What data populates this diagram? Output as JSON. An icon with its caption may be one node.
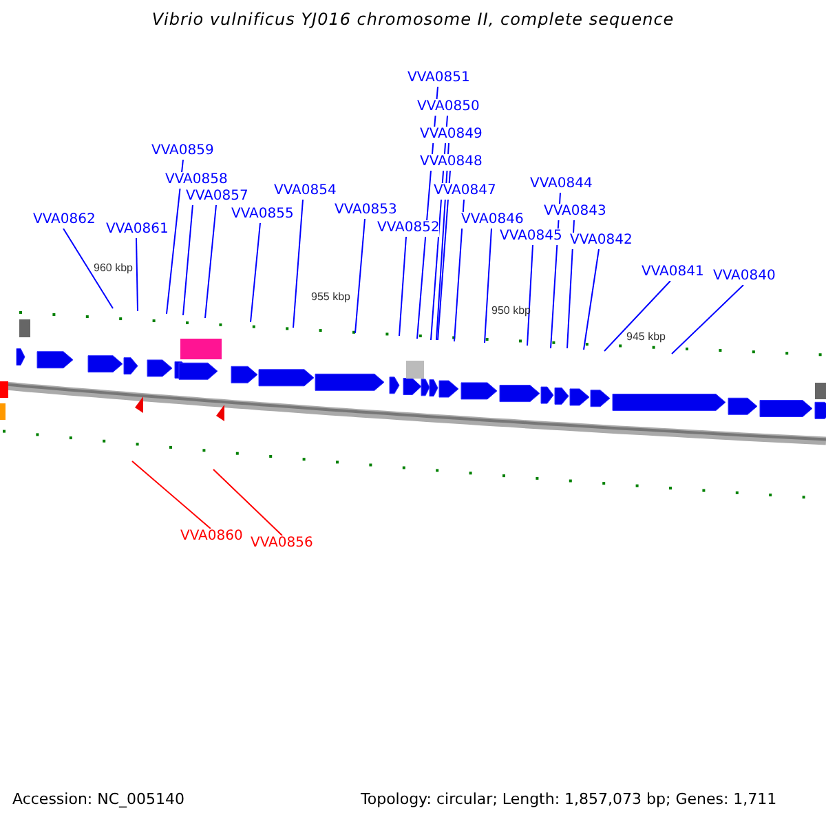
{
  "diagram": {
    "title": "Vibrio vulnificus YJ016 chromosome II, complete sequence",
    "nodes": [
      {
        "text": [
          "VVA0862"
        ]
      },
      {
        "text": [
          "VVA0861"
        ]
      },
      {
        "text": [
          "VVA0859"
        ]
      },
      {
        "text": [
          "VVA0858"
        ]
      },
      {
        "text": [
          "VVA0857"
        ]
      },
      {
        "text": [
          "VVA0855"
        ]
      },
      {
        "text": [
          "VVA0854"
        ]
      },
      {
        "text": [
          "VVA0853"
        ]
      },
      {
        "text": [
          "VVA0852"
        ]
      },
      {
        "text": [
          "VVA0851"
        ]
      },
      {
        "text": [
          "VVA0850"
        ]
      },
      {
        "text": [
          "VVA0849"
        ]
      },
      {
        "text": [
          "VVA0848"
        ]
      },
      {
        "text": [
          "VVA0847"
        ]
      },
      {
        "text": [
          "VVA0846"
        ]
      },
      {
        "text": [
          "VVA0845"
        ]
      },
      {
        "text": [
          "VVA0844"
        ]
      },
      {
        "text": [
          "VVA0843"
        ]
      },
      {
        "text": [
          "VVA0842"
        ]
      },
      {
        "text": [
          "VVA0841"
        ]
      },
      {
        "text": [
          "VVA0840"
        ]
      },
      {
        "text": [
          "VVA0860"
        ]
      },
      {
        "text": [
          "VVA0856"
        ]
      }
    ],
    "edges": [
      {
        "from": 0,
        "to": null,
        "arrow": "none"
      },
      {
        "from": 1,
        "to": null,
        "arrow": "none"
      },
      {
        "from": 2,
        "to": null,
        "arrow": "none"
      },
      {
        "from": 3,
        "to": null,
        "arrow": "none"
      },
      {
        "from": 4,
        "to": null,
        "arrow": "none"
      },
      {
        "from": 5,
        "to": null,
        "arrow": "none"
      },
      {
        "from": 6,
        "to": null,
        "arrow": "none"
      },
      {
        "from": 7,
        "to": null,
        "arrow": "none"
      },
      {
        "from": 8,
        "to": null,
        "arrow": "none"
      },
      {
        "from": 9,
        "to": null,
        "arrow": "none"
      },
      {
        "from": 10,
        "to": null,
        "arrow": "none"
      },
      {
        "from": 11,
        "to": null,
        "arrow": "none"
      },
      {
        "from": 12,
        "to": null,
        "arrow": "none"
      },
      {
        "from": 13,
        "to": null,
        "arrow": "none"
      },
      {
        "from": 14,
        "to": null,
        "arrow": "none"
      },
      {
        "from": 15,
        "to": null,
        "arrow": "none"
      },
      {
        "from": 16,
        "to": null,
        "arrow": "none"
      },
      {
        "from": 17,
        "to": null,
        "arrow": "none"
      },
      {
        "from": 18,
        "to": null,
        "arrow": "none"
      },
      {
        "from": 19,
        "to": null,
        "arrow": "none"
      },
      {
        "from": 20,
        "to": null,
        "arrow": "none"
      },
      {
        "from": 21,
        "to": null,
        "arrow": "none",
        "color": "#ff0000"
      },
      {
        "from": 22,
        "to": null,
        "arrow": "none",
        "color": "#ff0000"
      }
    ],
    "labels": [
      "960 kbp",
      "955 kbp",
      "950 kbp",
      "945 kbp",
      "Accession: NC_005140",
      "Topology: circular; Length: 1,857,073 bp; Genes: 1,711"
    ]
  }
}
